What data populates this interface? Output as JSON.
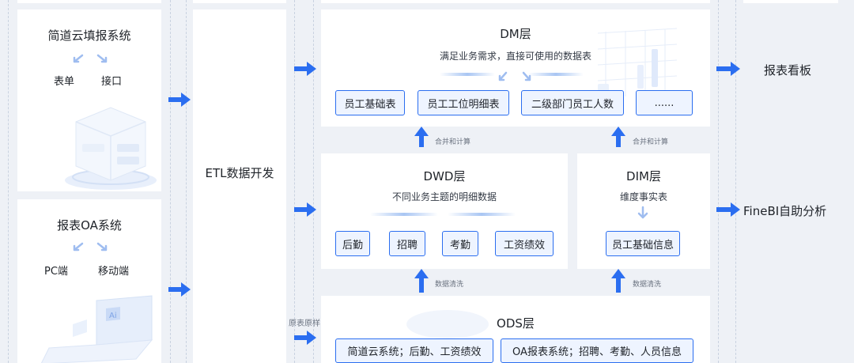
{
  "sources": {
    "fill_system": {
      "title": "简道云填报系统",
      "items": [
        "表单",
        "接口"
      ]
    },
    "oa_system": {
      "title": "报表OA系统",
      "items": [
        "PC端",
        "移动端"
      ]
    }
  },
  "etl": {
    "label": "ETL数据开发"
  },
  "dm": {
    "title": "DM层",
    "subtitle": "满足业务需求，直接可使用的数据表",
    "boxes": [
      "员工基础表",
      "员工工位明细表",
      "二级部门员工人数",
      "......"
    ]
  },
  "dwd": {
    "title": "DWD层",
    "subtitle": "不同业务主题的明细数据",
    "boxes": [
      "后勤",
      "招聘",
      "考勤",
      "工资绩效"
    ]
  },
  "dim": {
    "title": "DIM层",
    "subtitle": "维度事实表",
    "box": "员工基础信息"
  },
  "ods": {
    "title": "ODS层",
    "boxes": [
      "简道云系统；后勤、工资绩效",
      "OA报表系统；招聘、考勤、人员信息"
    ]
  },
  "arrow_labels": {
    "merge_left": "合并和计算",
    "merge_right": "合并和计算",
    "clean_left": "数据清洗",
    "clean_right": "数据清洗",
    "raw": "原表原样"
  },
  "outputs": {
    "report": "报表看板",
    "finebi": "FineBI自助分析"
  },
  "colors": {
    "accent": "#2b6ef0",
    "box_fill": "#eef4ff",
    "bg": "#eef1f6"
  }
}
